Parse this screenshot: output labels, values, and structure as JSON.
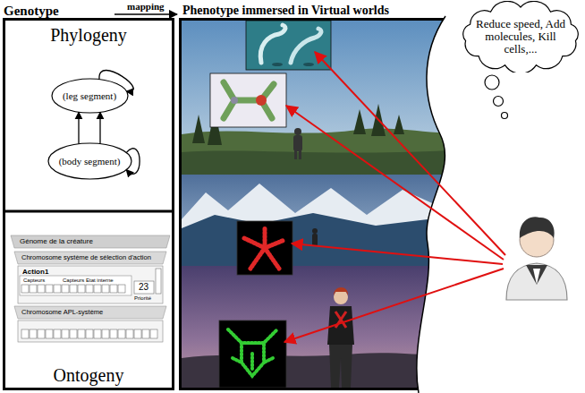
{
  "diagram": {
    "nodes": [
      {
        "text": [
          "Phylogeny"
        ]
      },
      {
        "text": [
          "(leg segment)"
        ],
        "in": 0
      },
      {
        "text": [
          "(body segment)"
        ],
        "in": 0
      },
      {
        "text": [
          "Ontogeny"
        ]
      },
      {
        "text": [
          "Reduce speed, Add molecules, Kill cells,..."
        ]
      }
    ],
    "edges": [
      {
        "from": 1,
        "to": 1,
        "arrow": "to"
      },
      {
        "from": 2,
        "to": 2,
        "arrow": "to"
      },
      {
        "from": 2,
        "to": 1,
        "arrow": "to"
      },
      {
        "from": 2,
        "to": 1,
        "arrow": "to"
      }
    ],
    "labels": [
      "Genotype",
      "mapping",
      "Phenotype immersed in Virtual worlds",
      "Génome de la créature",
      "Chromosome système de sélection d'action",
      "Action1",
      "Capteurs",
      "Capteurs Etat interne",
      "23",
      "Priorité",
      "Chromosome APL-système"
    ]
  }
}
